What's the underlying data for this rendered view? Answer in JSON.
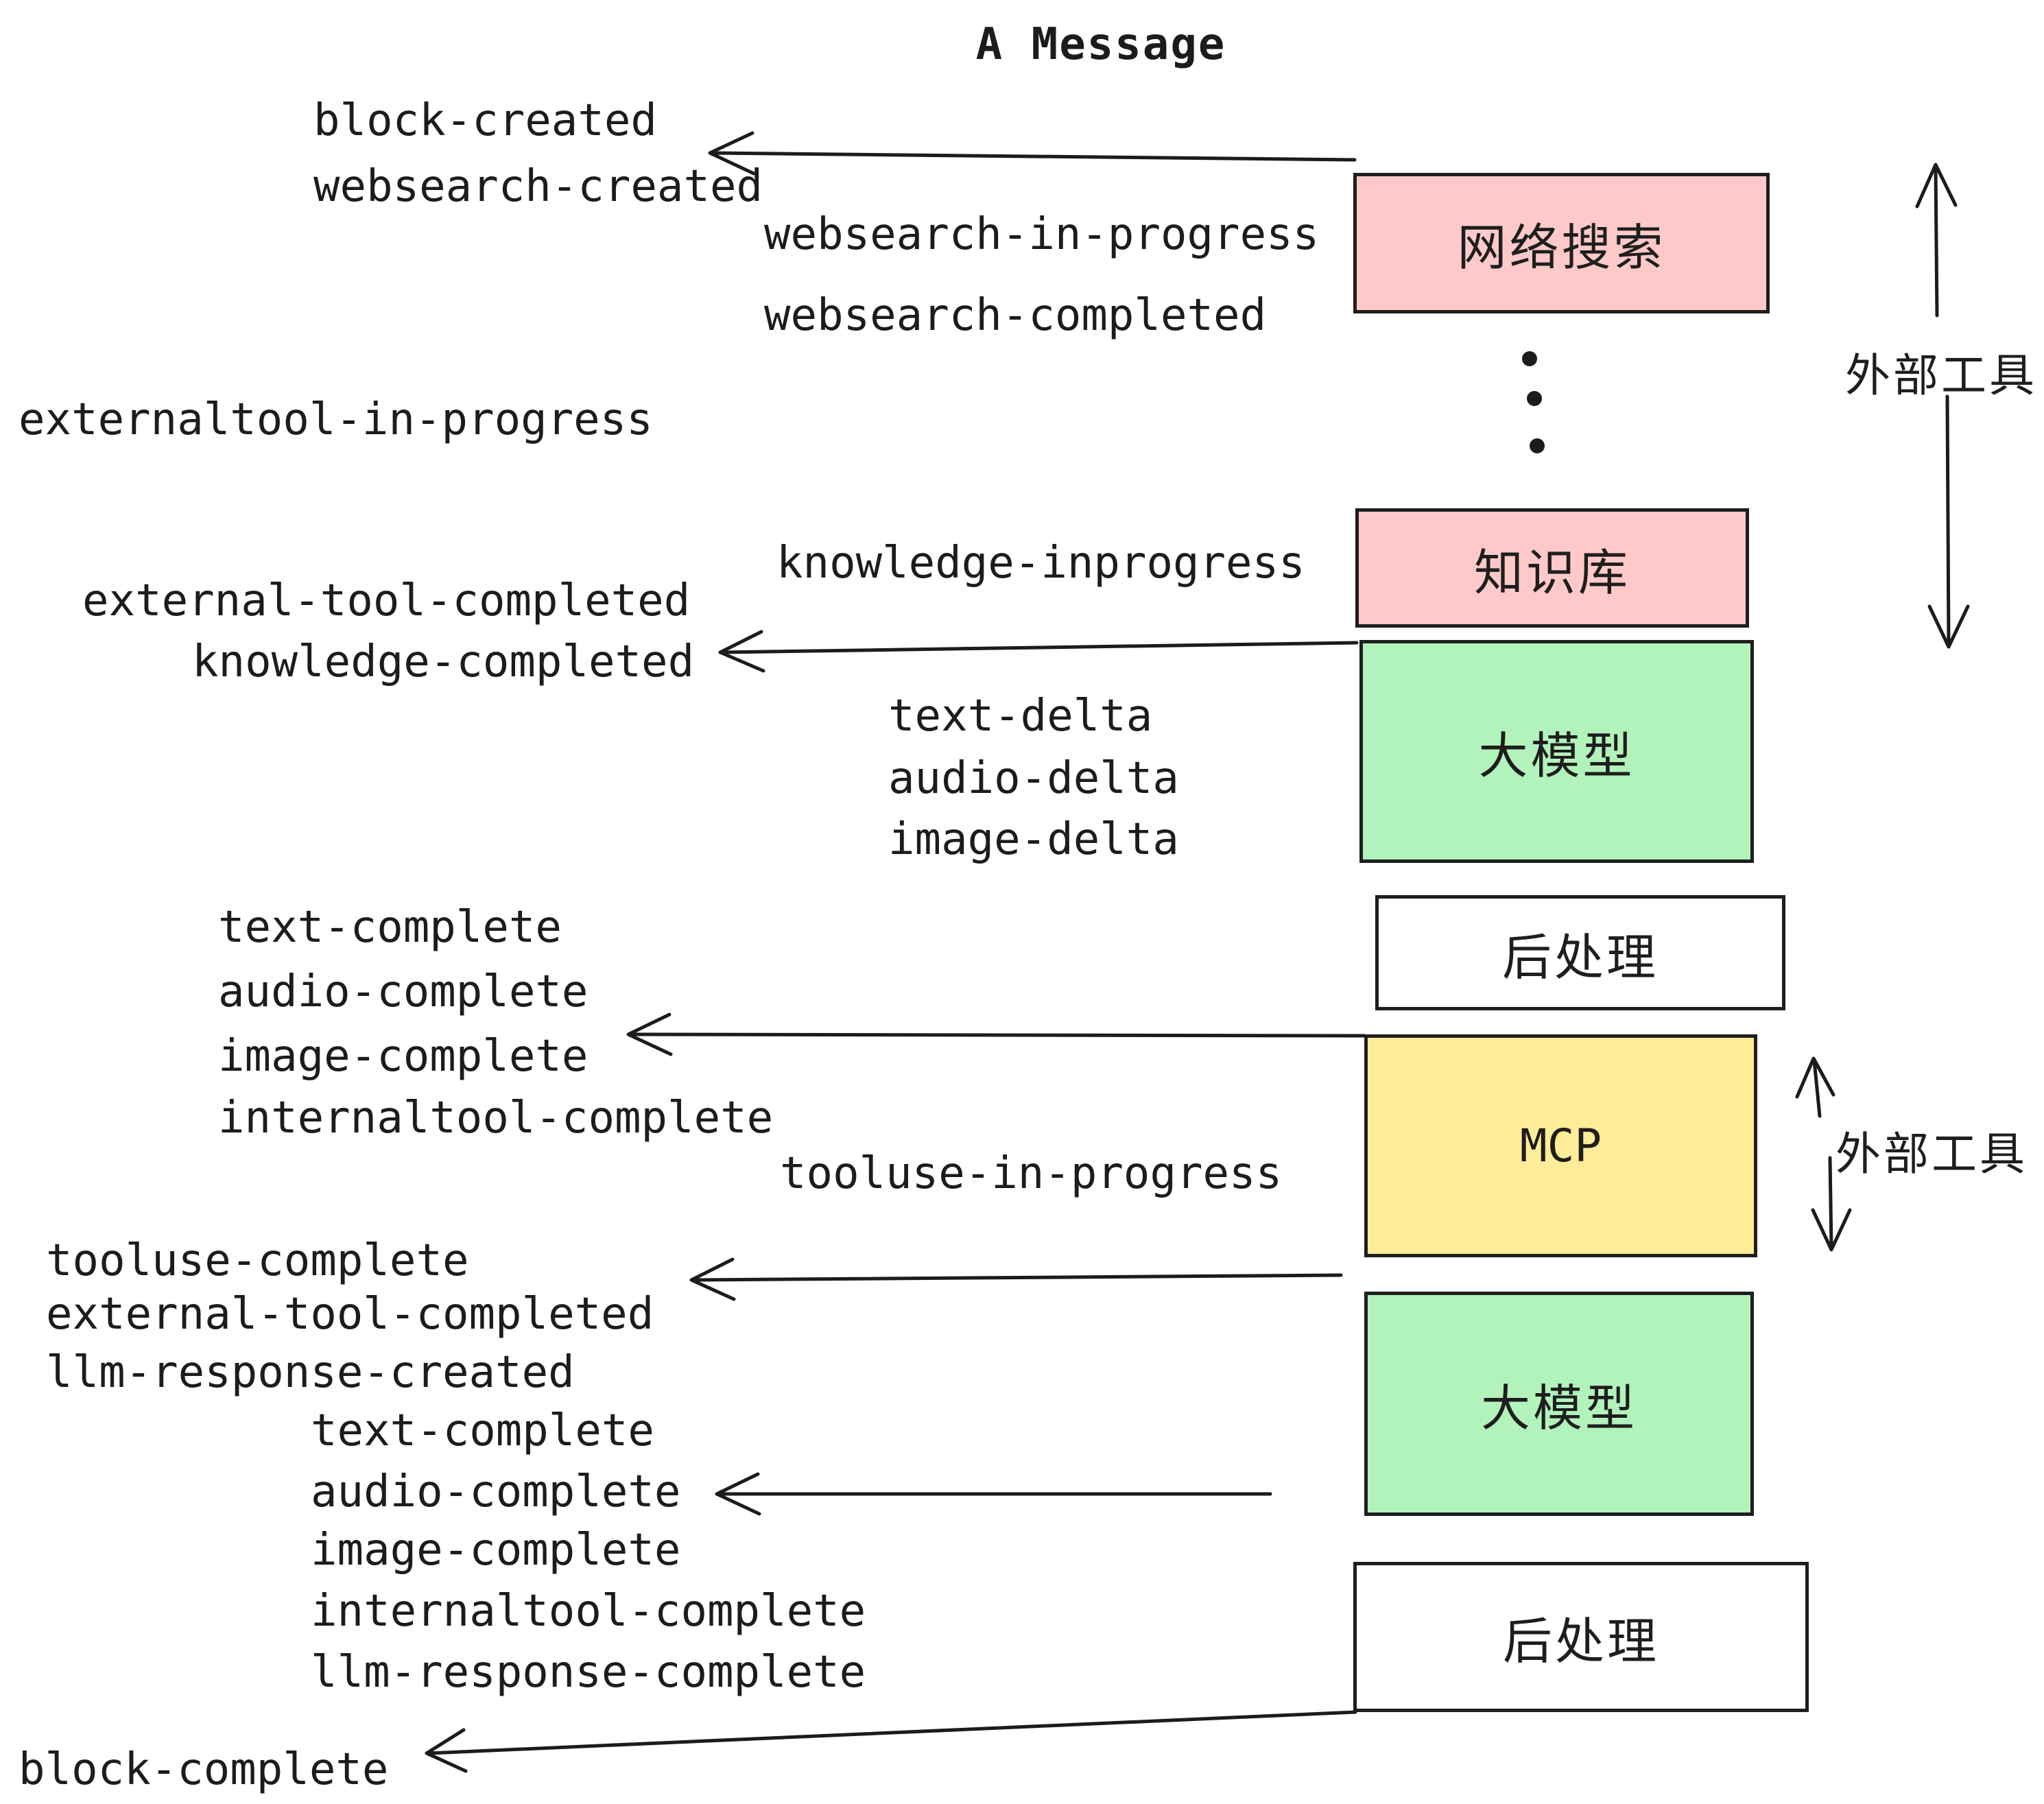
{
  "title": "A Message",
  "colors": {
    "box_pink": "#ffc9c9",
    "box_green": "#b2f2bb",
    "box_yellow": "#ffec99",
    "box_white": "#ffffff",
    "stroke": "#1c1c1c",
    "border": "#1e1e1e",
    "background": "#ffffff"
  },
  "events": [
    {
      "label": "block-created"
    },
    {
      "label": "websearch-created"
    },
    {
      "label": "websearch-in-progress"
    },
    {
      "label": "websearch-completed"
    },
    {
      "label": "externaltool-in-progress"
    },
    {
      "label": "knowledge-inprogress"
    },
    {
      "label": "external-tool-completed"
    },
    {
      "label": "knowledge-completed"
    },
    {
      "label": "text-delta"
    },
    {
      "label": "audio-delta"
    },
    {
      "label": "image-delta"
    },
    {
      "label": "text-complete"
    },
    {
      "label": "audio-complete"
    },
    {
      "label": "image-complete"
    },
    {
      "label": "internaltool-complete"
    },
    {
      "label": "tooluse-in-progress"
    },
    {
      "label": "tooluse-complete"
    },
    {
      "label": "external-tool-completed"
    },
    {
      "label": "llm-response-created"
    },
    {
      "label": "text-complete"
    },
    {
      "label": "audio-complete"
    },
    {
      "label": "image-complete"
    },
    {
      "label": "internaltool-complete"
    },
    {
      "label": "llm-response-complete"
    },
    {
      "label": "block-complete"
    }
  ],
  "boxes": [
    {
      "label": "网络搜索"
    },
    {
      "label": "知识库"
    },
    {
      "label": "大模型"
    },
    {
      "label": "后处理"
    },
    {
      "label": "MCP"
    },
    {
      "label": "大模型"
    },
    {
      "label": "后处理"
    }
  ],
  "side_labels": {
    "external_tool_top": "外部工具",
    "external_tool_bottom": "外部工具"
  }
}
